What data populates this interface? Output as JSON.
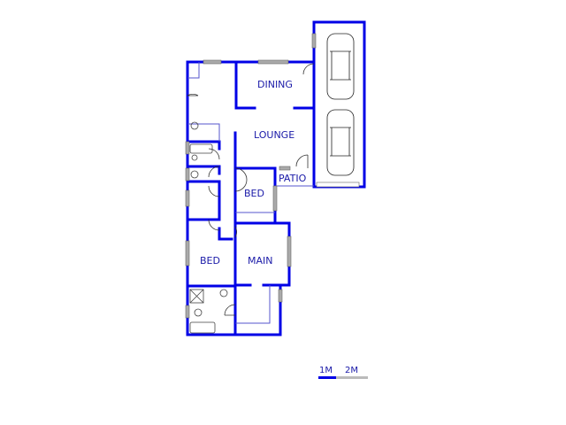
{
  "rooms": {
    "dining": "DINING",
    "lounge": "LOUNGE",
    "patio": "PATIO",
    "bed1": "BED",
    "bed2": "BED",
    "main": "MAIN"
  },
  "scale": {
    "label1": "1M",
    "label2": "2M"
  },
  "colors": {
    "wall": "#0000e6",
    "thin": "#5555cc",
    "window": "#999999"
  }
}
